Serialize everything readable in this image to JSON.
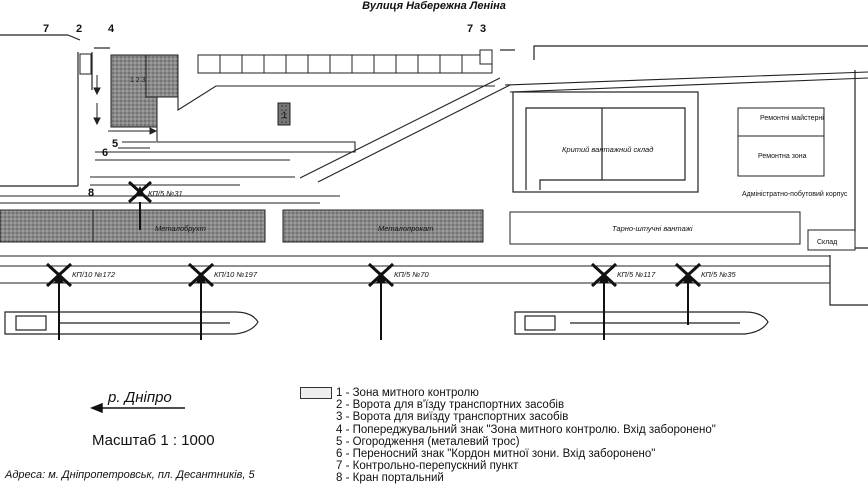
{
  "street_title": "Вулиця Набережна Леніна",
  "markers": {
    "m7a": "7",
    "m2": "2",
    "m4": "4",
    "m7b": "7",
    "m3": "3",
    "m5": "5",
    "m6": "6",
    "m8": "8",
    "m1": "1",
    "m1b": "1 2 3"
  },
  "buildings": {
    "covered_warehouse": "Критий вантажний склад",
    "repair_shops": "Ремонтні майстерні",
    "repair_zone": "Ремонтна зона",
    "admin_building": "Адміністратно-побутовий корпус",
    "warehouse": "Склад",
    "packaged_cargo": "Тарно-штучні вантажі",
    "metal_left": "Металобрухт",
    "metal_mid": "Металопрокат"
  },
  "cranes": {
    "top": "КП/5 №31",
    "c1": "КП/10 №172",
    "c2": "КП/10 №197",
    "c3": "КП/5 №70",
    "c4": "КП/5 №117",
    "c5": "КП/5 №35"
  },
  "river_label": "р. Дніпро",
  "scale_label": "Масштаб 1 : 1000",
  "address": "Адреса: м. Дніпропетровськ, пл. Десантників, 5",
  "legend": [
    "1 - Зона митного контролю",
    "2 - Ворота  для в'їзду транспортних засобів",
    "3 - Ворота  для виїзду транспортних засобів",
    "4 - Попереджувальний знак \"Зона митного контролю. Вхід заборонено\"",
    "5 - Огородження (металевий трос)",
    "6 - Переносний знак \"Кордон митної зони. Вхід заборонено\"",
    "7 - Контрольно-перепускний пункт",
    "8 - Кран портальний"
  ]
}
